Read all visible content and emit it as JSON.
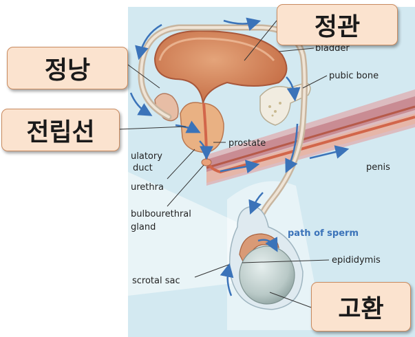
{
  "korean_labels": {
    "vas_deferens": "정관",
    "seminal_vesicle": "정낭",
    "prostate_gland": "전립선",
    "testis": "고환"
  },
  "english_labels": {
    "bladder": "bladder",
    "pubic_bone": "pubic bone",
    "ejaculatory_duct_line1": "ulatory",
    "ejaculatory_duct_line2": "duct",
    "prostate": "prostate",
    "penis": "penis",
    "urethra": "urethra",
    "bulbourethral_line1": "bulbourethral",
    "bulbourethral_line2": "gland",
    "path_of_sperm": "path of sperm",
    "epididymis": "epididymis",
    "scrotal_sac": "scrotal sac"
  },
  "colors": {
    "background_panel": "#d3e9f1",
    "label_box_fill": "#fbe3cf",
    "label_box_border": "#c98a5e",
    "arrow_blue": "#3b73b9",
    "tissue_pink": "#e8a88a",
    "testis_gray": "#b9c9c7"
  }
}
